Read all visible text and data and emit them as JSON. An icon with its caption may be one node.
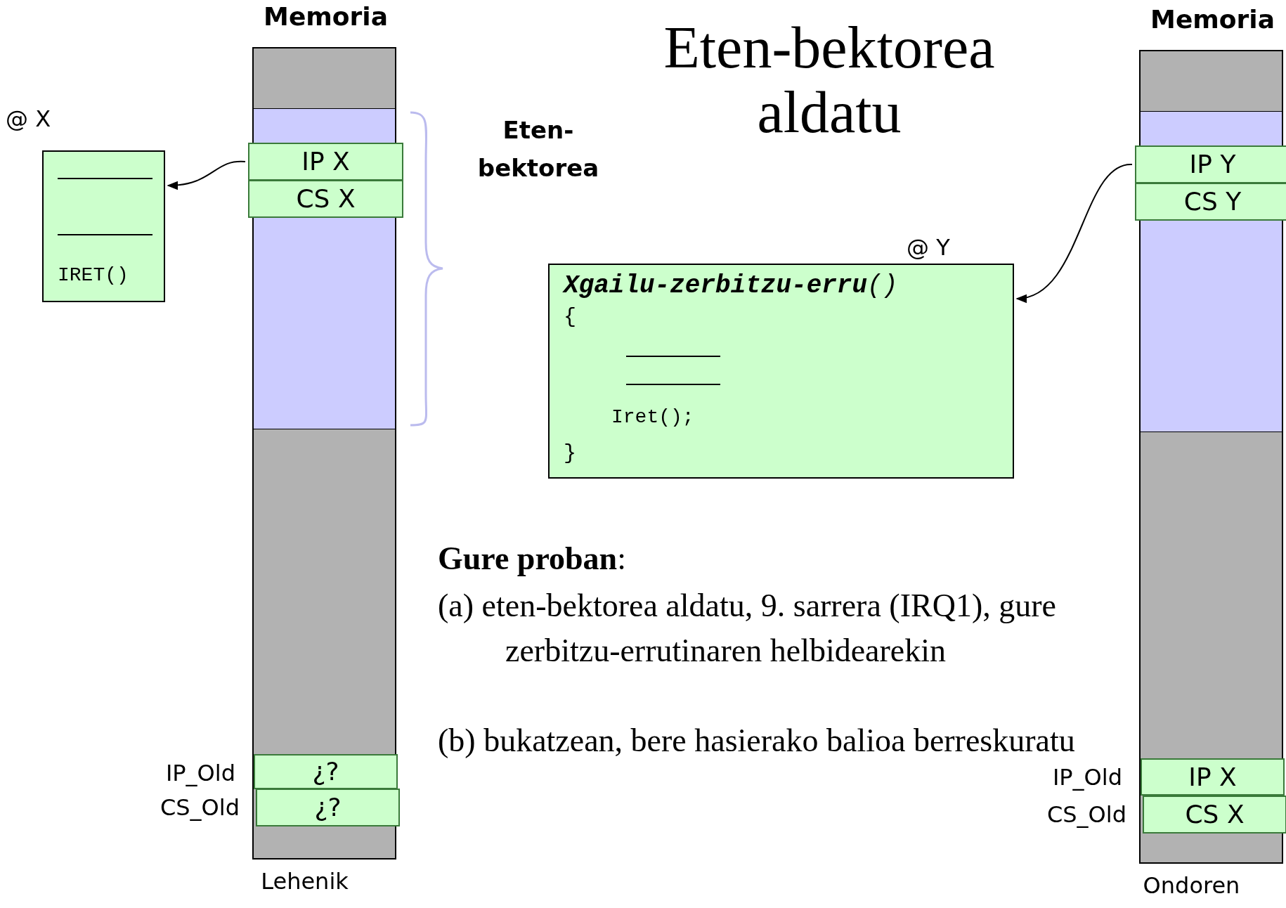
{
  "diagram": {
    "title": "Eten-bektorea aldatu",
    "nodes": [
      {
        "text": [
          "Memoria"
        ],
        "beside": [
          "Lehenik"
        ]
      },
      {
        "text": [
          "IP X"
        ],
        "in": 0
      },
      {
        "text": [
          "CS X"
        ],
        "in": 0
      },
      {
        "text": [
          "¿?"
        ],
        "in": 0,
        "beside": [
          "IP_Old"
        ]
      },
      {
        "text": [
          "¿?"
        ],
        "in": 0,
        "beside": [
          "CS_Old"
        ]
      },
      {
        "text": [
          "IRET()"
        ],
        "beside": [
          "@ X"
        ]
      },
      {
        "text": [
          "Memoria"
        ],
        "beside": [
          "Ondoren"
        ]
      },
      {
        "text": [
          "IP Y"
        ],
        "in": 6
      },
      {
        "text": [
          "CS Y"
        ],
        "in": 6
      },
      {
        "text": [
          "IP X"
        ],
        "in": 6,
        "beside": [
          "IP_Old"
        ]
      },
      {
        "text": [
          "CS X"
        ],
        "in": 6,
        "beside": [
          "CS_Old"
        ]
      },
      {
        "text": [
          "**Xgailu-zerbitzu-erru**()",
          "{",
          "Iret();",
          "}"
        ],
        "beside": [
          "@ Y"
        ]
      }
    ],
    "edges": [
      {
        "from": 1,
        "to": 5,
        "arrow": "to"
      },
      {
        "from": 7,
        "to": 11,
        "arrow": "to"
      }
    ],
    "labels": [
      "Eten-bektorea",
      "**Gure proban**:",
      "(a) eten-bektorea aldatu, 9. sarrera (IRQ1), gure zerbitzu-errutinaren helbidearekin",
      "(b) bukatzean, bere hasierako balioa berreskuratu"
    ]
  }
}
